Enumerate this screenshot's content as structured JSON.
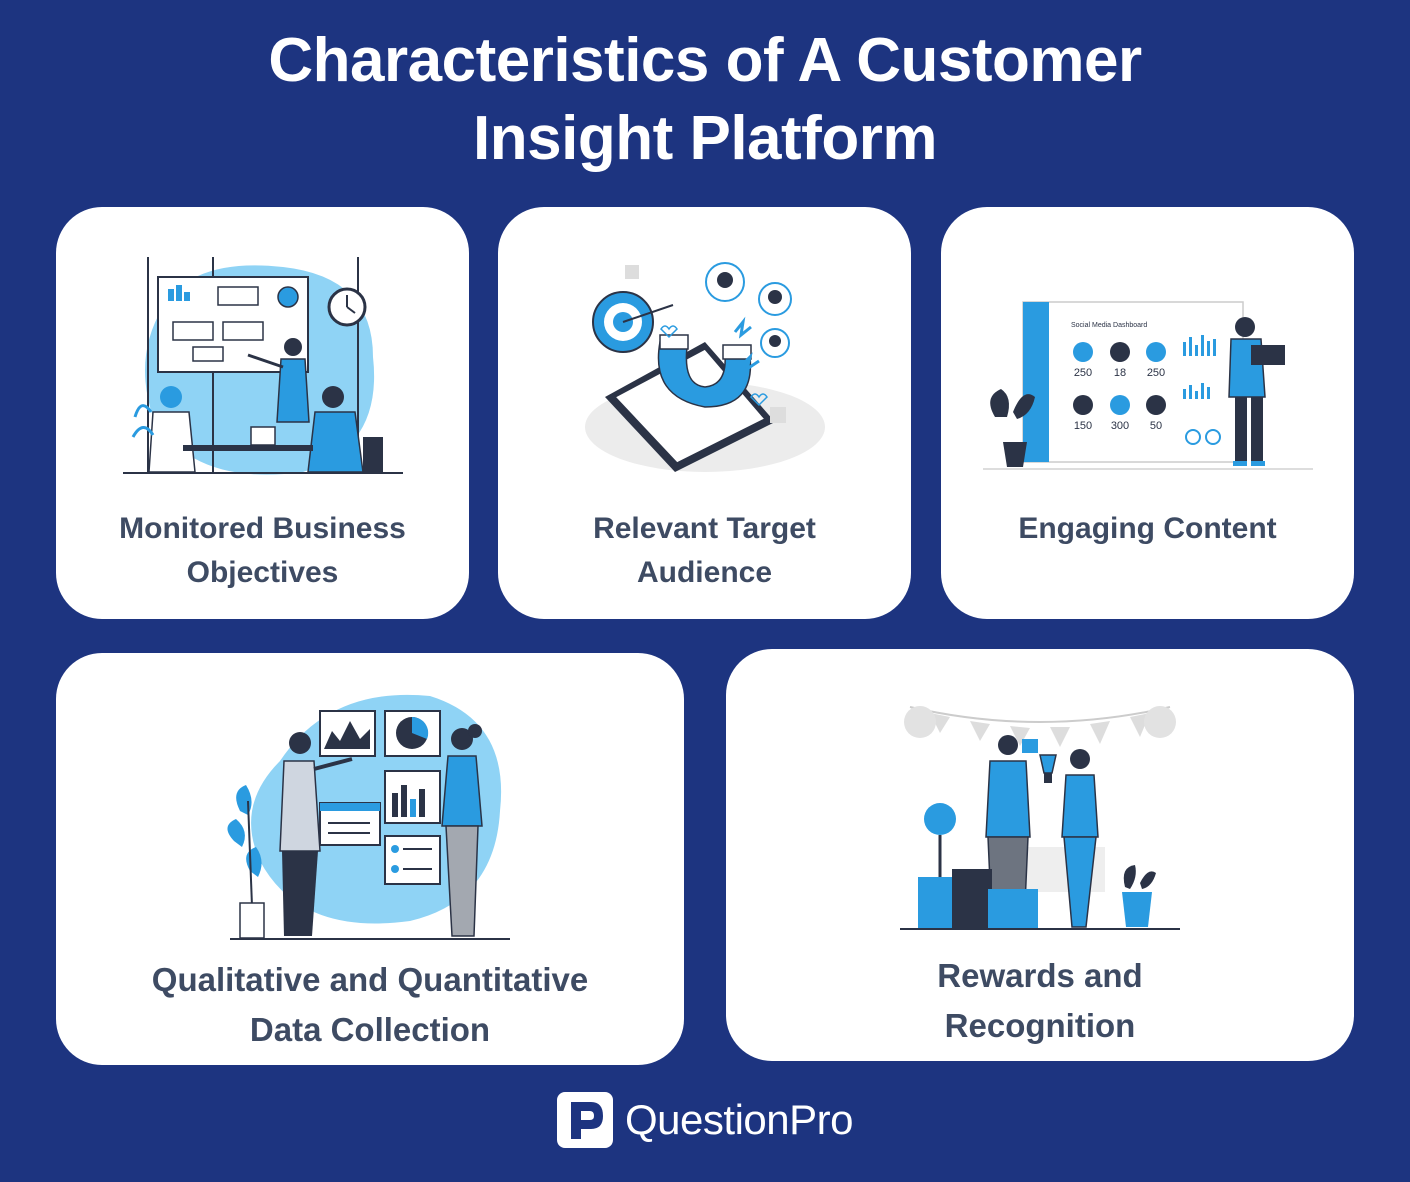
{
  "title": {
    "line1": "Characteristics of A Customer",
    "line2": "Insight Platform"
  },
  "cards": [
    {
      "label_line1": "Monitored Business",
      "label_line2": "Objectives",
      "icon": "business-meeting-illustration"
    },
    {
      "label_line1": "Relevant Target",
      "label_line2": "Audience",
      "icon": "magnet-audience-illustration"
    },
    {
      "label_line1": "Engaging Content",
      "label_line2": "",
      "icon": "social-media-dashboard-illustration",
      "dashboard": {
        "title": "Social Media Dashboard",
        "stats": [
          "250",
          "18",
          "250",
          "150",
          "300",
          "50"
        ]
      }
    },
    {
      "label_line1": "Qualitative and Quantitative",
      "label_line2": "Data Collection",
      "icon": "data-analysis-illustration"
    },
    {
      "label_line1": "Rewards and",
      "label_line2": "Recognition",
      "icon": "award-ceremony-illustration"
    }
  ],
  "brand": {
    "name": "QuestionPro",
    "icon": "questionpro-logo-icon"
  },
  "colors": {
    "background": "#1d3480",
    "accent": "#2a9be0",
    "blob": "#8fd3f5",
    "label": "#3e4b63"
  }
}
